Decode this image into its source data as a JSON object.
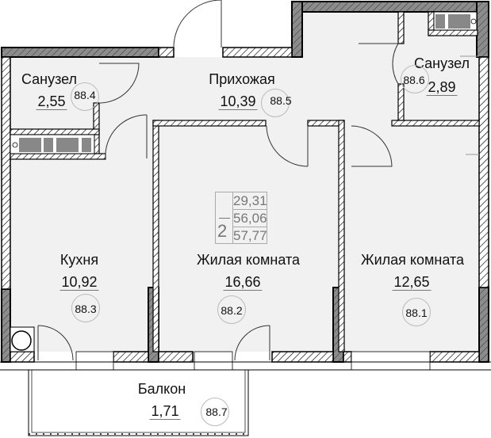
{
  "plan": {
    "rooms": [
      {
        "id": "bathroom-1",
        "name": "Санузел",
        "area": "2,55",
        "marker": "88.4"
      },
      {
        "id": "hallway",
        "name": "Прихожая",
        "area": "10,39",
        "marker": "88.5"
      },
      {
        "id": "bathroom-2",
        "name": "Санузел",
        "area": "2,89",
        "marker": "88.6"
      },
      {
        "id": "kitchen",
        "name": "Кухня",
        "area": "10,92",
        "marker": "88.3"
      },
      {
        "id": "living-1",
        "name": "Жилая комната",
        "area": "16,66",
        "marker": "88.2"
      },
      {
        "id": "living-2",
        "name": "Жилая комната",
        "area": "12,65",
        "marker": "88.1"
      },
      {
        "id": "balcony",
        "name": "Балкон",
        "area": "1,71",
        "marker": "88.7"
      }
    ],
    "summary": {
      "room_count": "2",
      "living_area": "29,31",
      "total_area": "56,06",
      "total_with_balcony": "57,77"
    },
    "colors": {
      "floor": "#f1f1f1",
      "wall_outline": "#000000",
      "load_bearing_fill": "#8c8c8c",
      "partition_fill": "#ffffff",
      "marker_circle": "#bbbbbb"
    }
  }
}
